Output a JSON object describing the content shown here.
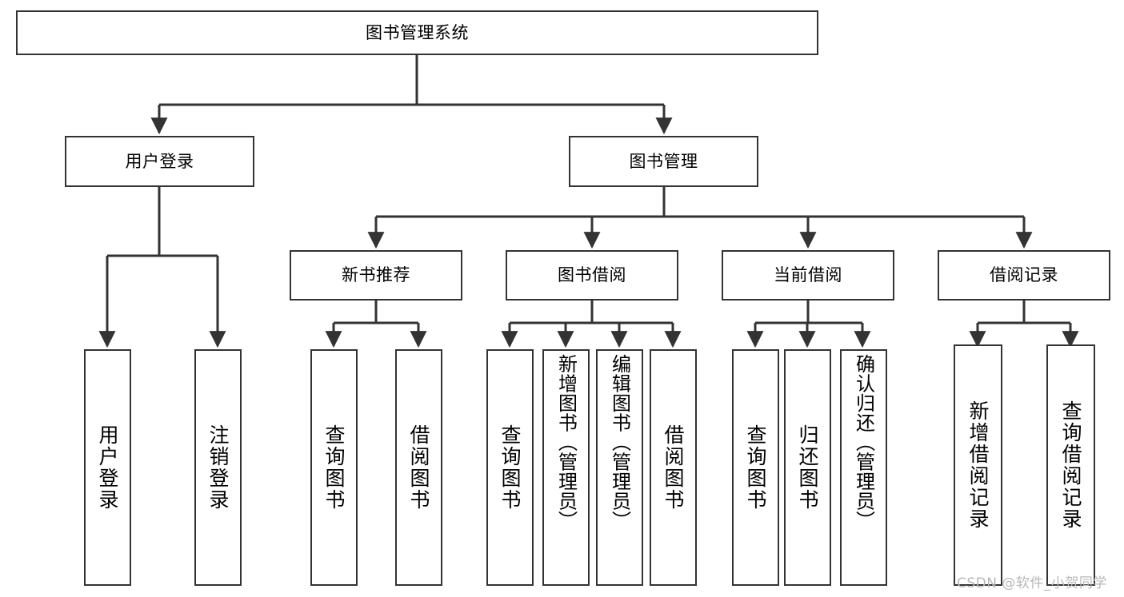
{
  "diagram": {
    "title_box": {
      "label": "图书管理系统"
    },
    "level2": [
      {
        "id": "user-login",
        "label": "用户登录"
      },
      {
        "id": "book-management",
        "label": "图书管理"
      }
    ],
    "level3": [
      {
        "id": "new-book-recommend",
        "label": "新书推荐"
      },
      {
        "id": "book-borrow",
        "label": "图书借阅"
      },
      {
        "id": "current-borrow",
        "label": "当前借阅"
      },
      {
        "id": "borrow-record",
        "label": "借阅记录"
      }
    ],
    "leaves": {
      "user_login": [
        {
          "id": "leaf-user-login",
          "label": "用户登录"
        },
        {
          "id": "leaf-logout-login",
          "label": "注销登录"
        }
      ],
      "new_book_recommend": [
        {
          "id": "leaf-query-book-1",
          "label": "查询图书"
        },
        {
          "id": "leaf-borrow-book-1",
          "label": "借阅图书"
        }
      ],
      "book_borrow": [
        {
          "id": "leaf-query-book-2",
          "label": "查询图书"
        },
        {
          "id": "leaf-add-book",
          "label": "新增图书（管理员）"
        },
        {
          "id": "leaf-edit-book",
          "label": "编辑图书（管理员）"
        },
        {
          "id": "leaf-borrow-book-2",
          "label": "借阅图书"
        }
      ],
      "current_borrow": [
        {
          "id": "leaf-query-book-3",
          "label": "查询图书"
        },
        {
          "id": "leaf-return-book",
          "label": "归还图书"
        },
        {
          "id": "leaf-confirm-return",
          "label": "确认归还（管理员）"
        }
      ],
      "borrow_record": [
        {
          "id": "leaf-add-record",
          "label": "新增借阅记录"
        },
        {
          "id": "leaf-query-record",
          "label": "查询借阅记录"
        }
      ]
    },
    "watermark": "CSDN @软件_小贺同学",
    "colors": {
      "stroke": "#333333",
      "box_fill": "#ffffff",
      "text": "#000000",
      "watermark": "#b8b8b8"
    }
  }
}
